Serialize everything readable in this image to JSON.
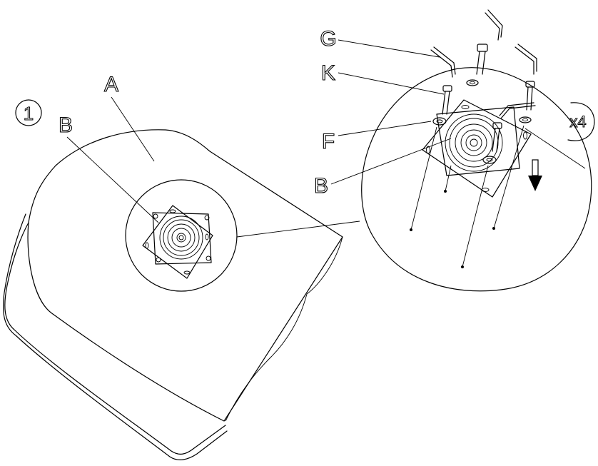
{
  "step": {
    "number": "1"
  },
  "labels": {
    "seat": "A",
    "swivel_plate_main": "B",
    "swivel_plate_detail": "B",
    "hex_key": "G",
    "bolt": "K",
    "washer": "F"
  },
  "quantity": "x4",
  "icons": {
    "direction": "arrow-down-icon"
  }
}
